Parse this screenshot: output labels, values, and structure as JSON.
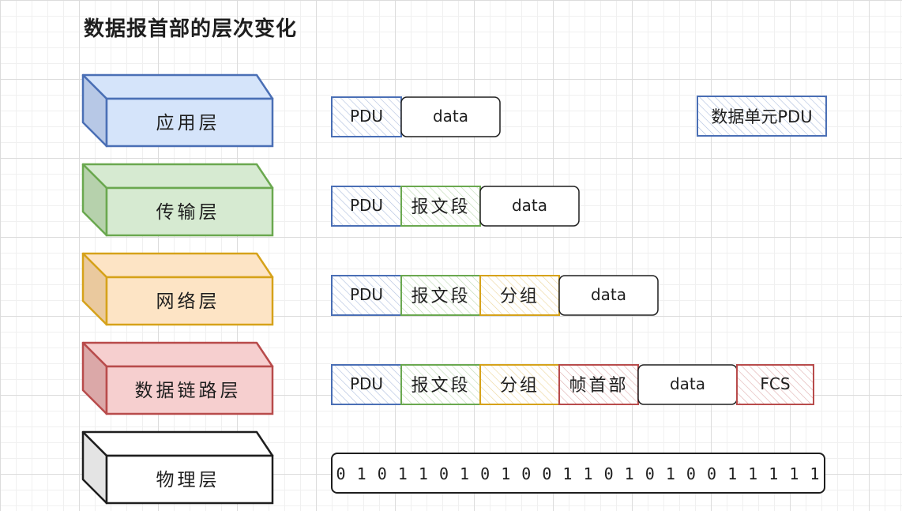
{
  "title": "数据报首部的层次变化",
  "legend": {
    "label": "数据单元PDU",
    "color": "#4a6fb5"
  },
  "colors": {
    "blue": {
      "stroke": "#4a6fb5",
      "fill": "#d5e4fa",
      "side": "#b7c8e6"
    },
    "green": {
      "stroke": "#6aa84f",
      "fill": "#d6ead1",
      "side": "#b6d1ac"
    },
    "orange": {
      "stroke": "#d6a21a",
      "fill": "#fde4c5",
      "side": "#eac99e"
    },
    "red": {
      "stroke": "#b84b4b",
      "fill": "#f6cfcf",
      "side": "#dba8a8"
    },
    "black": {
      "stroke": "#1e1e1e",
      "fill": "#ffffff",
      "side": "#e4e4e4"
    }
  },
  "layers": [
    {
      "name": "应用层",
      "color": "blue",
      "cells": [
        {
          "label": "PDU",
          "color": "blue",
          "style": "hatch"
        },
        {
          "label": "data",
          "color": "black",
          "style": "plain"
        }
      ]
    },
    {
      "name": "传输层",
      "color": "green",
      "cells": [
        {
          "label": "PDU",
          "color": "blue",
          "style": "hatch"
        },
        {
          "label": "报文段",
          "color": "green",
          "style": "hatch"
        },
        {
          "label": "data",
          "color": "black",
          "style": "plain"
        }
      ]
    },
    {
      "name": "网络层",
      "color": "orange",
      "cells": [
        {
          "label": "PDU",
          "color": "blue",
          "style": "hatch"
        },
        {
          "label": "报文段",
          "color": "green",
          "style": "hatch"
        },
        {
          "label": "分组",
          "color": "orange",
          "style": "hatch"
        },
        {
          "label": "data",
          "color": "black",
          "style": "plain"
        }
      ]
    },
    {
      "name": "数据链路层",
      "color": "red",
      "cells": [
        {
          "label": "PDU",
          "color": "blue",
          "style": "hatch"
        },
        {
          "label": "报文段",
          "color": "green",
          "style": "hatch"
        },
        {
          "label": "分组",
          "color": "orange",
          "style": "hatch"
        },
        {
          "label": "帧首部",
          "color": "red",
          "style": "hatch"
        },
        {
          "label": "data",
          "color": "black",
          "style": "plain"
        },
        {
          "label": "FCS",
          "color": "red",
          "style": "hatch"
        }
      ]
    },
    {
      "name": "物理层",
      "color": "black",
      "bits": "0 1 0 1 1 0 1 0 1 0 0 1 1 0 1 0 1 0 0 1 1 1 1 1"
    }
  ]
}
